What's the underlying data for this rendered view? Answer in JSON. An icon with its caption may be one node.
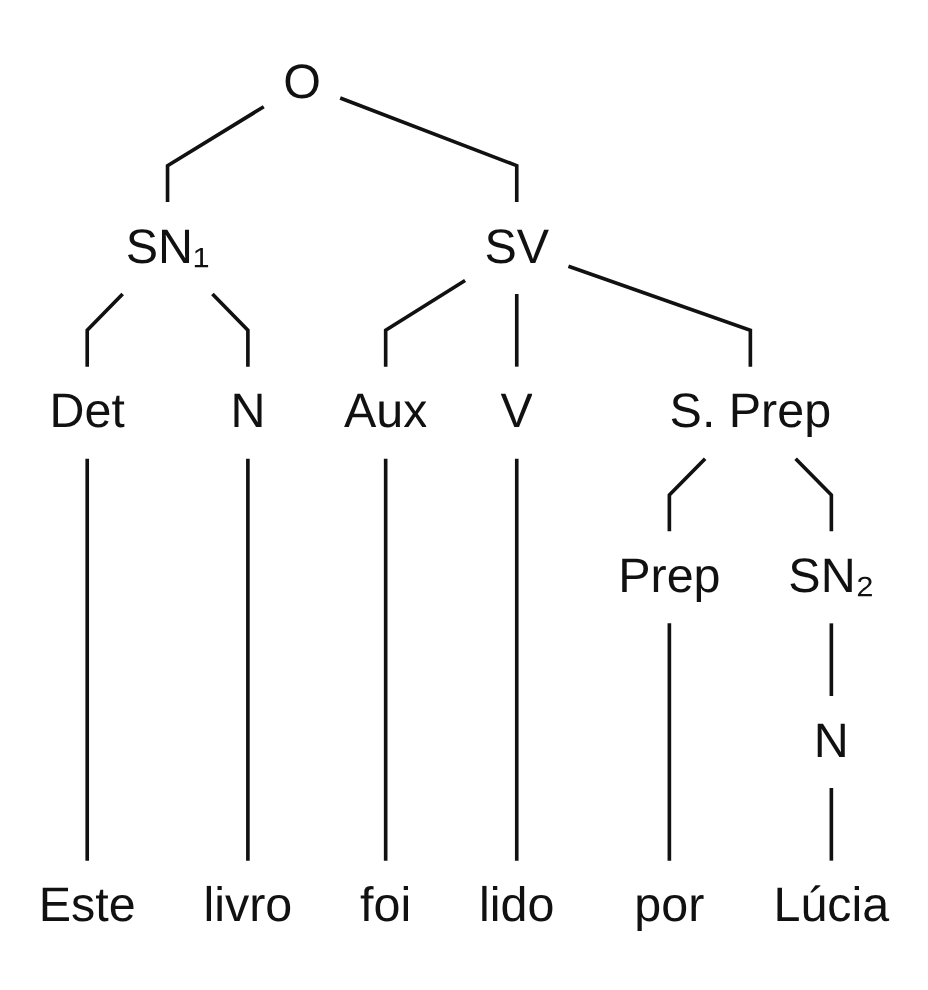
{
  "diagram": {
    "nodes": [
      {
        "text": [
          "O"
        ]
      },
      {
        "text": [
          "SN₁"
        ]
      },
      {
        "text": [
          "SV"
        ]
      },
      {
        "text": [
          "Det"
        ]
      },
      {
        "text": [
          "N"
        ]
      },
      {
        "text": [
          "Aux"
        ]
      },
      {
        "text": [
          "V"
        ]
      },
      {
        "text": [
          "S. Prep"
        ]
      },
      {
        "text": [
          "Prep"
        ]
      },
      {
        "text": [
          "SN₂"
        ]
      },
      {
        "text": [
          "N"
        ]
      },
      {
        "text": [
          "Este"
        ]
      },
      {
        "text": [
          "livro"
        ]
      },
      {
        "text": [
          "foi"
        ]
      },
      {
        "text": [
          "lido"
        ]
      },
      {
        "text": [
          "por"
        ]
      },
      {
        "text": [
          "Lúcia"
        ]
      }
    ],
    "edges": [
      {
        "from": 0,
        "to": 1,
        "arrow": "none"
      },
      {
        "from": 0,
        "to": 2,
        "arrow": "none"
      },
      {
        "from": 1,
        "to": 3,
        "arrow": "none"
      },
      {
        "from": 1,
        "to": 4,
        "arrow": "none"
      },
      {
        "from": 2,
        "to": 5,
        "arrow": "none"
      },
      {
        "from": 2,
        "to": 6,
        "arrow": "none"
      },
      {
        "from": 2,
        "to": 7,
        "arrow": "none"
      },
      {
        "from": 7,
        "to": 8,
        "arrow": "none"
      },
      {
        "from": 7,
        "to": 9,
        "arrow": "none"
      },
      {
        "from": 3,
        "to": 11,
        "arrow": "none"
      },
      {
        "from": 4,
        "to": 12,
        "arrow": "none"
      },
      {
        "from": 5,
        "to": 13,
        "arrow": "none"
      },
      {
        "from": 6,
        "to": 14,
        "arrow": "none"
      },
      {
        "from": 8,
        "to": 15,
        "arrow": "none"
      },
      {
        "from": 9,
        "to": 10,
        "arrow": "none"
      },
      {
        "from": 10,
        "to": 16,
        "arrow": "none"
      }
    ]
  }
}
